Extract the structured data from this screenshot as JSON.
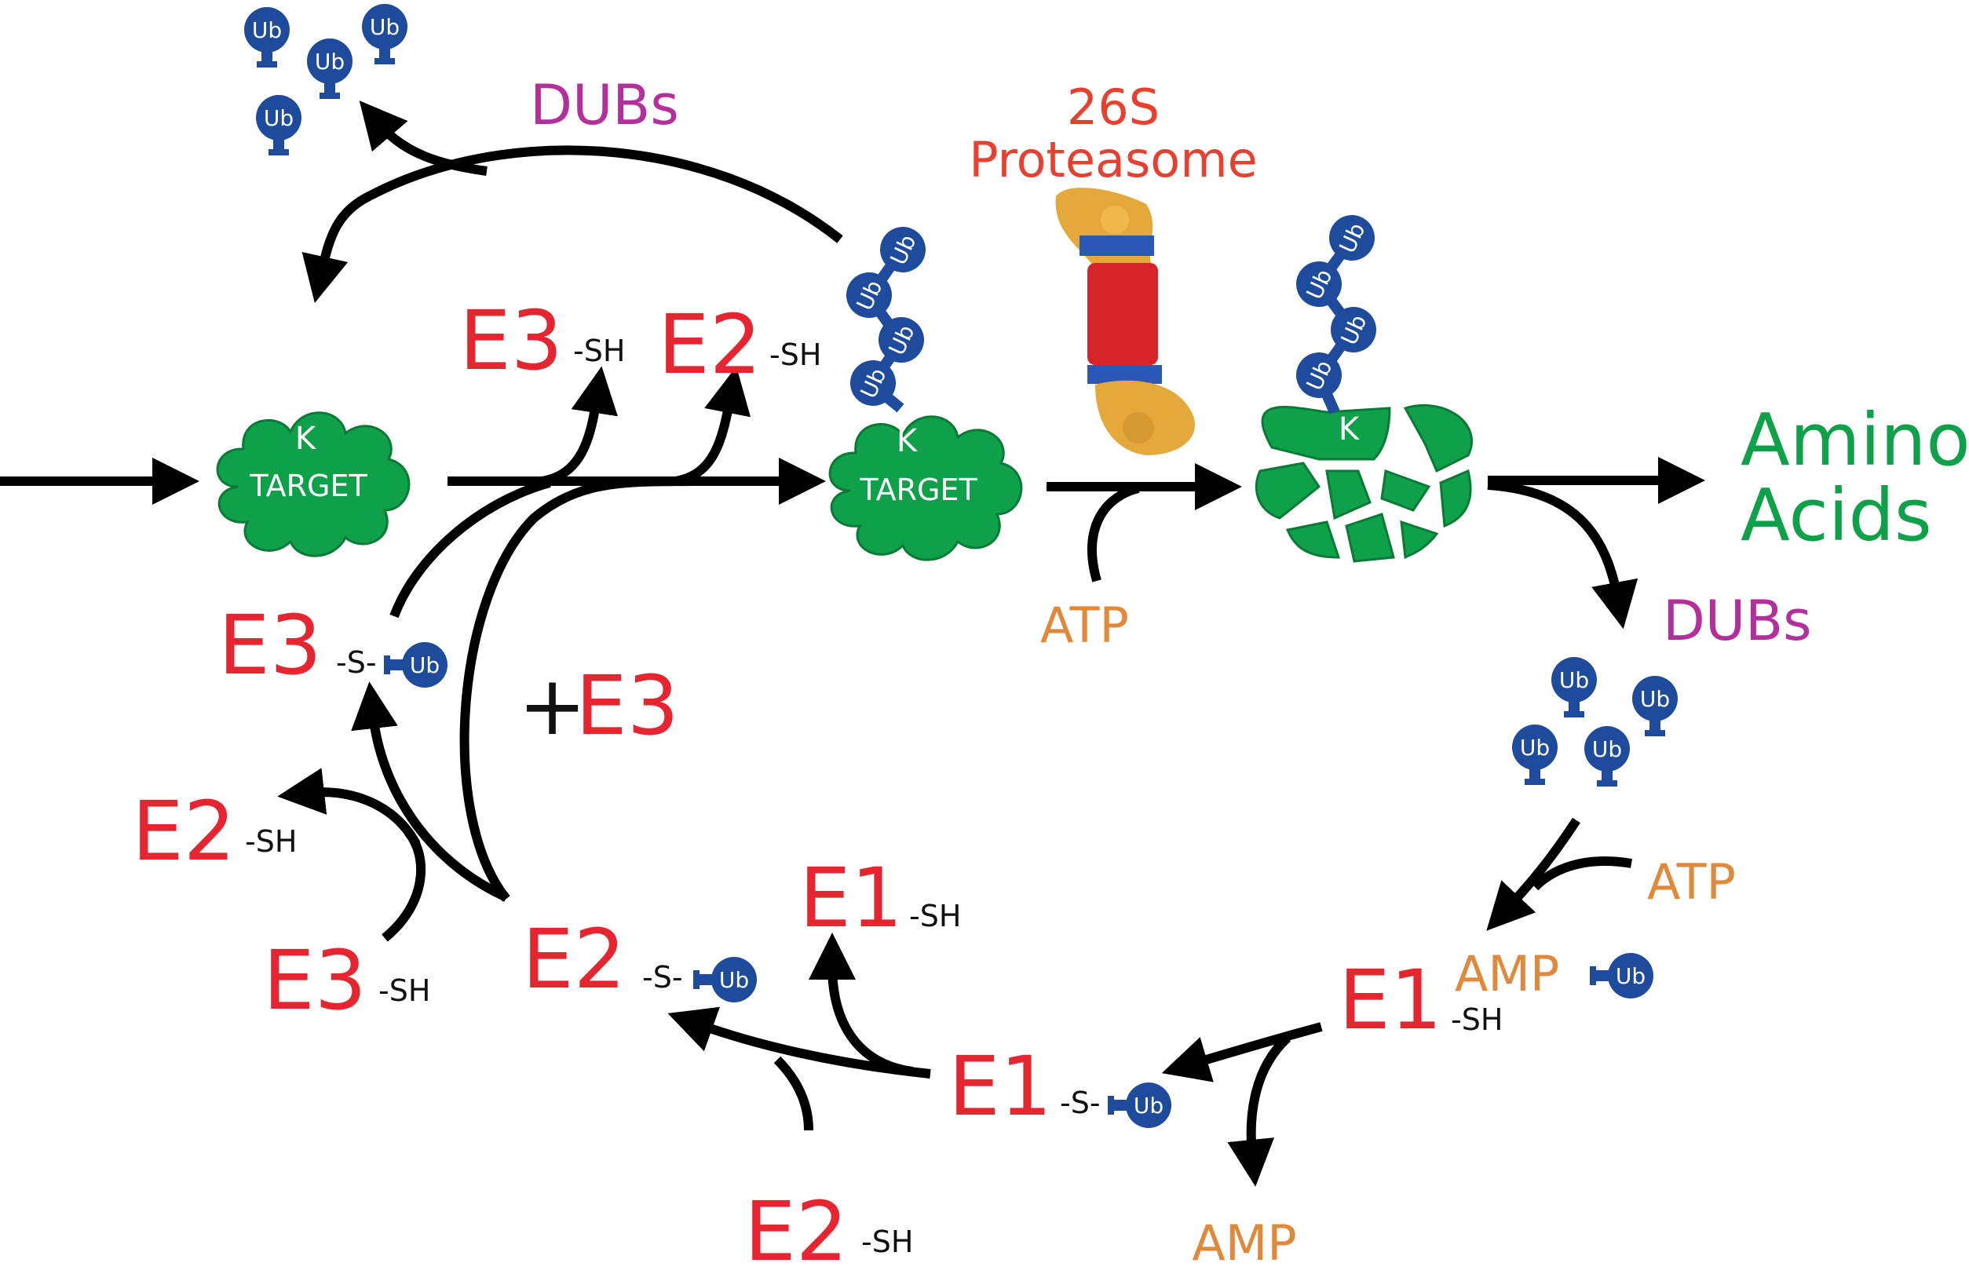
{
  "labels": {
    "dubs_top": "DUBs",
    "proteasome_line1": "26S",
    "proteasome_line2": "Proteasome",
    "e3_top": "E3",
    "sh_e3_top": "-SH",
    "e2_top": "E2",
    "sh_e2_top": "-SH",
    "e3_ub": "E3",
    "s_e3": "-S-",
    "plus_e3_plus": "+",
    "plus_e3_e3": "E3",
    "e2_left": "E2",
    "sh_e2_left": "-SH",
    "e3_bottom": "E3",
    "sh_e3_bottom": "-SH",
    "e2_ub": "E2",
    "s_e2": "-S-",
    "e1_top": "E1",
    "sh_e1_top": "-SH",
    "e1_ub": "E1",
    "s_e1": "-S-",
    "e2_bottom": "E2",
    "sh_e2_bottom": "-SH",
    "amp_bottom": "AMP",
    "e1_right": "E1",
    "sh_e1_right": "-SH",
    "amp_right": "AMP",
    "atp_right": "ATP",
    "atp_middle": "ATP",
    "dubs_right": "DUBs",
    "amino_line1": "Amino",
    "amino_line2": "Acids",
    "ub": "Ub",
    "k": "K",
    "target": "TARGET"
  },
  "colors": {
    "enzyme_red": "#e5252f",
    "ubiquitin_blue": "#1f4b9c",
    "target_green": "#0fa14a",
    "dubs_purple": "#b32f9c",
    "atp_orange": "#e0893a",
    "proteasome_gold": "#e5a83a"
  }
}
